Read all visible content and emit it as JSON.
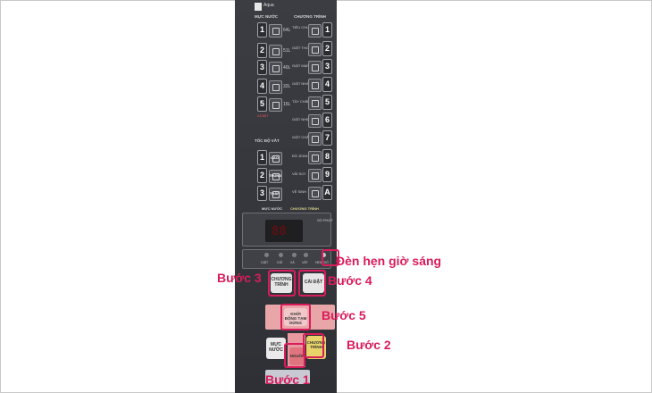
{
  "panel": {
    "brand": "Aqua",
    "water_level_header": "MỰC NƯỚC",
    "program_header": "CHƯƠNG TRÌNH",
    "water_levels": [
      {
        "num": "1",
        "label": "64L"
      },
      {
        "num": "2",
        "label": "51L"
      },
      {
        "num": "3",
        "label": "40L"
      },
      {
        "num": "4",
        "label": "32L"
      },
      {
        "num": "5",
        "label": "15L"
      }
    ],
    "auto_label": "XẢ BẤT",
    "programs": [
      {
        "num": "1",
        "label": "TIÊU CHUẨN"
      },
      {
        "num": "2",
        "label": "GIẶT THƠM"
      },
      {
        "num": "3",
        "label": "GIẶT MẠNH"
      },
      {
        "num": "4",
        "label": "GIẶT NHANH"
      },
      {
        "num": "5",
        "label": "TẨY CHĂN"
      },
      {
        "num": "6",
        "label": "GIẶT NHẸ"
      },
      {
        "num": "7",
        "label": "GIẶT CHĂN"
      },
      {
        "num": "8",
        "label": "ĐỒ JEAN"
      },
      {
        "num": "9",
        "label": "VẢI SỢI"
      },
      {
        "num": "A",
        "label": "VỆ SINH"
      }
    ],
    "spin_header": "TỐC ĐỘ VẮT",
    "spin_speeds": [
      {
        "num": "1",
        "label": "CAO"
      },
      {
        "num": "2",
        "label": "TRUNG"
      },
      {
        "num": "3",
        "label": "THẤP"
      }
    ],
    "display_header_left": "MỰC NƯỚC",
    "display_header_right": "CHƯƠNG TRÌNH",
    "time_label": "SỐ PHÚT",
    "display_value": "88",
    "steps": [
      "GIẶT",
      "GIŨ",
      "XẢ",
      "VẮT",
      "HẸN GIỜ"
    ],
    "btn_program_label": "CHƯƠNG TRÌNH",
    "btn_timer_label": "CÀI ĐẶT",
    "btn_start_label": "KHỞI ĐỘNG TẠM DỪNG",
    "btn_water_label": "MỰC NƯỚC",
    "btn_power_label": "NGUỒN",
    "btn_course_label": "CHƯƠNG TRÌNH"
  },
  "annotations": {
    "timer_light": "Đèn hẹn giờ sáng",
    "step1": "Bước 1",
    "step2": "Bước 2",
    "step3": "Bước 3",
    "step4": "Bước 4",
    "step5": "Bước 5"
  },
  "colors": {
    "highlight": "#d91c5b",
    "panel": "#36383d",
    "start_button": "#e9a6a8",
    "program_button": "#e8d36a"
  }
}
